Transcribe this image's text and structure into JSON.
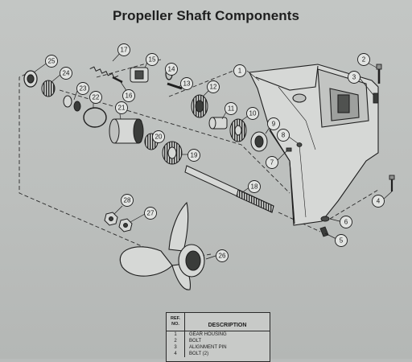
{
  "title": "Propeller Shaft Components",
  "callouts": [
    "1",
    "2",
    "3",
    "4",
    "5",
    "6",
    "7",
    "8",
    "9",
    "10",
    "11",
    "12",
    "13",
    "14",
    "15",
    "16",
    "17",
    "18",
    "19",
    "20",
    "21",
    "22",
    "23",
    "24",
    "25",
    "26",
    "27",
    "28"
  ],
  "table": {
    "header_ref_line1": "REF.",
    "header_ref_line2": "NO.",
    "header_desc": "DESCRIPTION",
    "rows": [
      {
        "ref": "1",
        "desc": "GEAR HOUSING"
      },
      {
        "ref": "2",
        "desc": "BOLT"
      },
      {
        "ref": "3",
        "desc": "ALIGNMENT PIN"
      },
      {
        "ref": "4",
        "desc": "BOLT (2)"
      }
    ]
  }
}
